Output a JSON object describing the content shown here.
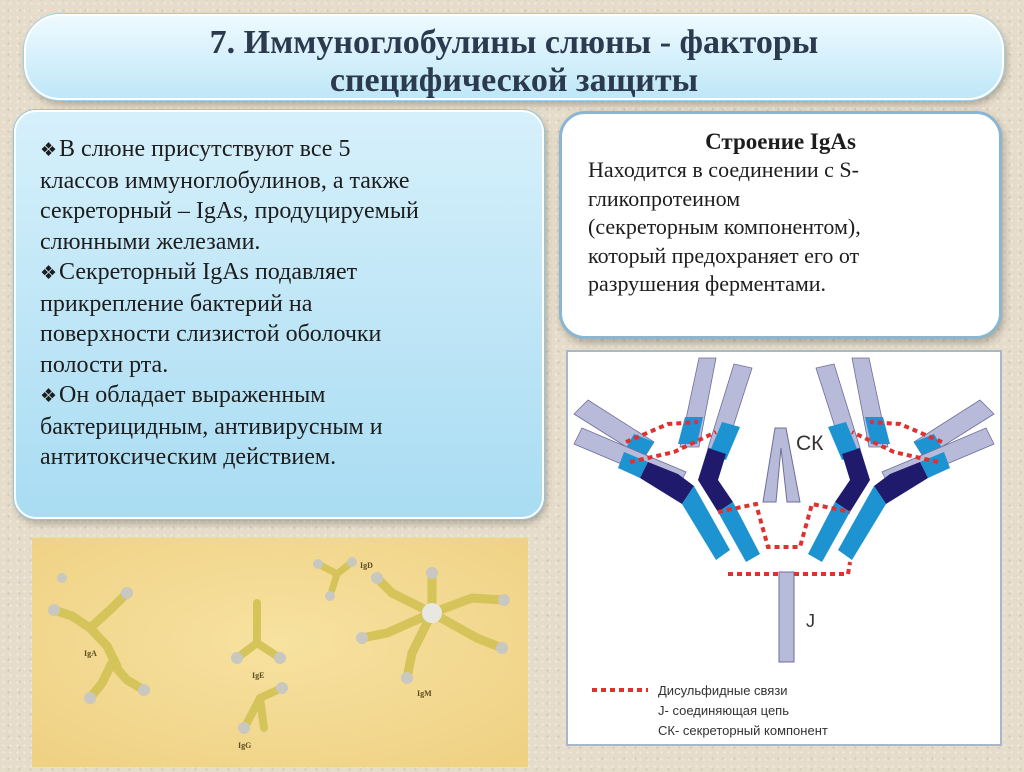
{
  "slide": {
    "title_line1": "7. Иммуноглобулины слюны - факторы",
    "title_line2": "специфической защиты"
  },
  "left_box": {
    "bullet_marker": "❖",
    "bullets": [
      [
        "В слюне присутствуют все 5",
        "классов иммуноглобулинов, а также",
        "секреторный – IgAs, продуцируемый",
        "слюнными железами."
      ],
      [
        "Секреторный IgAs подавляет",
        "прикрепление бактерий на",
        "поверхности слизистой оболочки",
        "полости рта."
      ],
      [
        "Он обладает выраженным",
        "бактерицидным, антивирусным и",
        "антитоксическим действием."
      ]
    ]
  },
  "right_box": {
    "title": "Строение IgAs",
    "lines": [
      "Находится в соединении с S-",
      "гликопротеином",
      "(секреторным компонентом),",
      "который предохраняет его от",
      "разрушения ферментами."
    ]
  },
  "photo": {
    "labels": [
      "IgD",
      "IgA",
      "IgE",
      "IgM",
      "IgG"
    ]
  },
  "diagram": {
    "sk_label": "СК",
    "j_label": "J",
    "legend": [
      "Дисульфидные связи",
      "J- соединяющая цепь",
      "СК- секреторный компонент"
    ],
    "colors": {
      "heavy_dark": "#1f1a6b",
      "heavy_blue": "#1d93d2",
      "light_grey": "#b7bad8",
      "disulfide": "#e03030"
    }
  }
}
